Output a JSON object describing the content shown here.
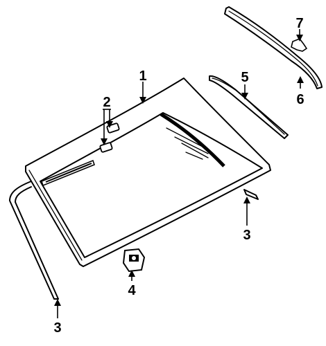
{
  "parts": {
    "windshield": {
      "callout": "1"
    },
    "retainer_clip": {
      "callout": "2"
    },
    "side_molding_right": {
      "callout": "3"
    },
    "side_molding_left": {
      "callout": "3"
    },
    "bracket": {
      "callout": "4"
    },
    "upper_molding": {
      "callout": "5"
    },
    "roof_molding": {
      "callout": "6"
    },
    "molding_clip": {
      "callout": "7"
    }
  }
}
